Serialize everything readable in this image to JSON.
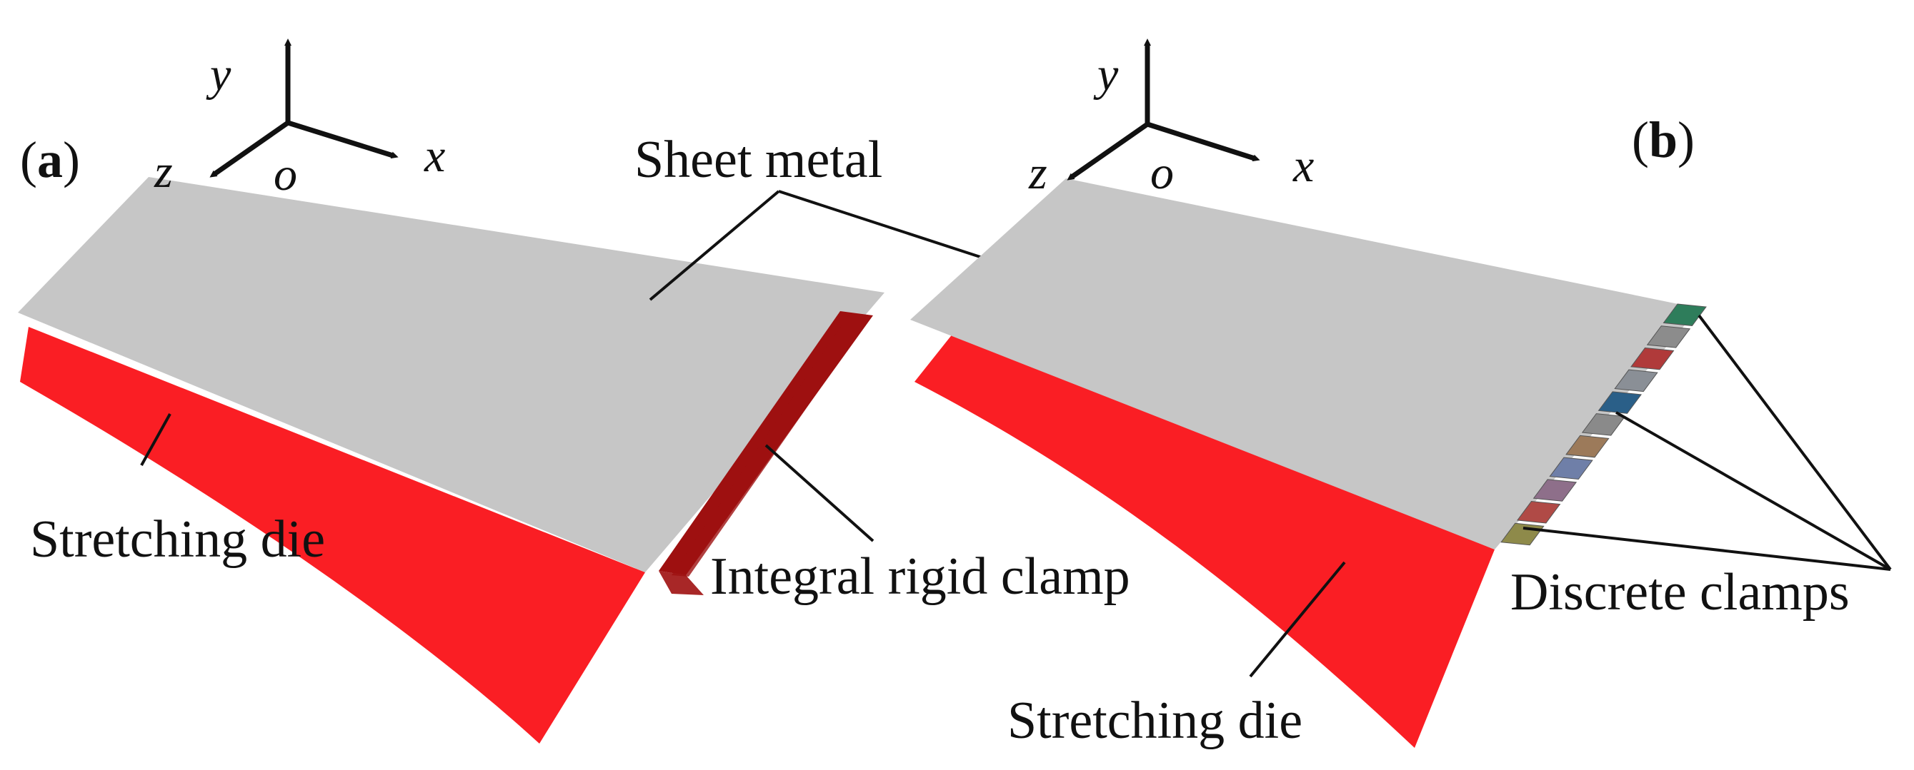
{
  "panels": [
    {
      "id": "a",
      "label_open": "(",
      "label_letter": "a",
      "label_close": ")",
      "axes": {
        "y": "y",
        "x": "x",
        "z": "z",
        "origin": "o"
      },
      "labels": {
        "sheet_metal": "Sheet metal",
        "stretching_die": "Stretching die",
        "clamp": "Integral rigid clamp"
      }
    },
    {
      "id": "b",
      "label_open": "(",
      "label_letter": "b",
      "label_close": ")",
      "axes": {
        "y": "y",
        "x": "x",
        "z": "z",
        "origin": "o"
      },
      "labels": {
        "stretching_die": "Stretching die",
        "clamps": "Discrete clamps"
      }
    }
  ],
  "colors": {
    "sheet": "#c6c6c6",
    "die": "#fa1e24",
    "integral_clamp": "#9e1010",
    "discrete_clamps": [
      "#2e7d5b",
      "#8c8c8c",
      "#b03a3a",
      "#8a8f96",
      "#2a5f88",
      "#8a8a8a",
      "#9c7a5a",
      "#6f7fa8",
      "#8e6f8a",
      "#b04a46",
      "#8e8a4a"
    ]
  }
}
